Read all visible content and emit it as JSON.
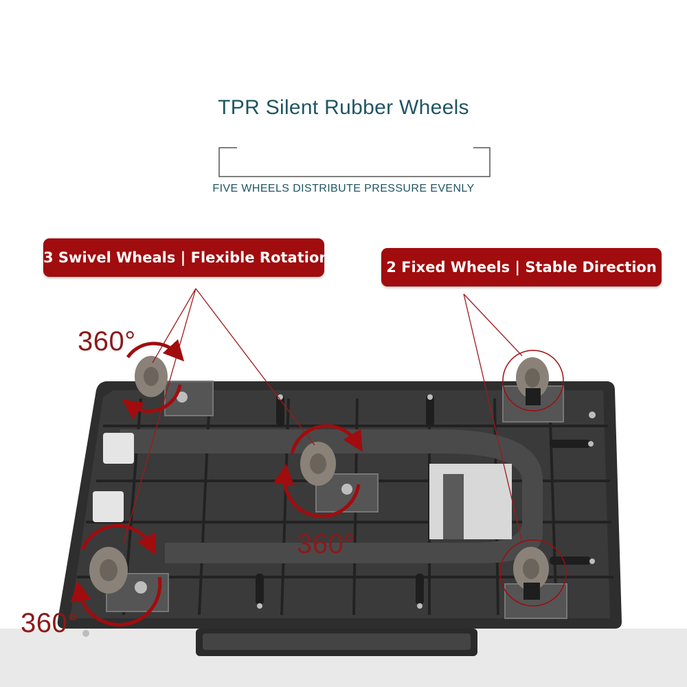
{
  "header": {
    "title": "TPR Silent Rubber Wheels",
    "subtitle": "FIVE WHEELS DISTRIBUTE PRESSURE EVENLY"
  },
  "callouts": {
    "swivel": "3 Swivel Wheals | Flexible Rotation",
    "fixed": "2 Fixed Wheels | Stable Direction"
  },
  "rotation_labels": {
    "top_left": "360°",
    "center": "360°",
    "bottom_left": "360°"
  },
  "colors": {
    "accent": "#a10c0e",
    "heading": "#1f5563",
    "platform": "#2b2b2b",
    "wheel": "#8a8278"
  }
}
